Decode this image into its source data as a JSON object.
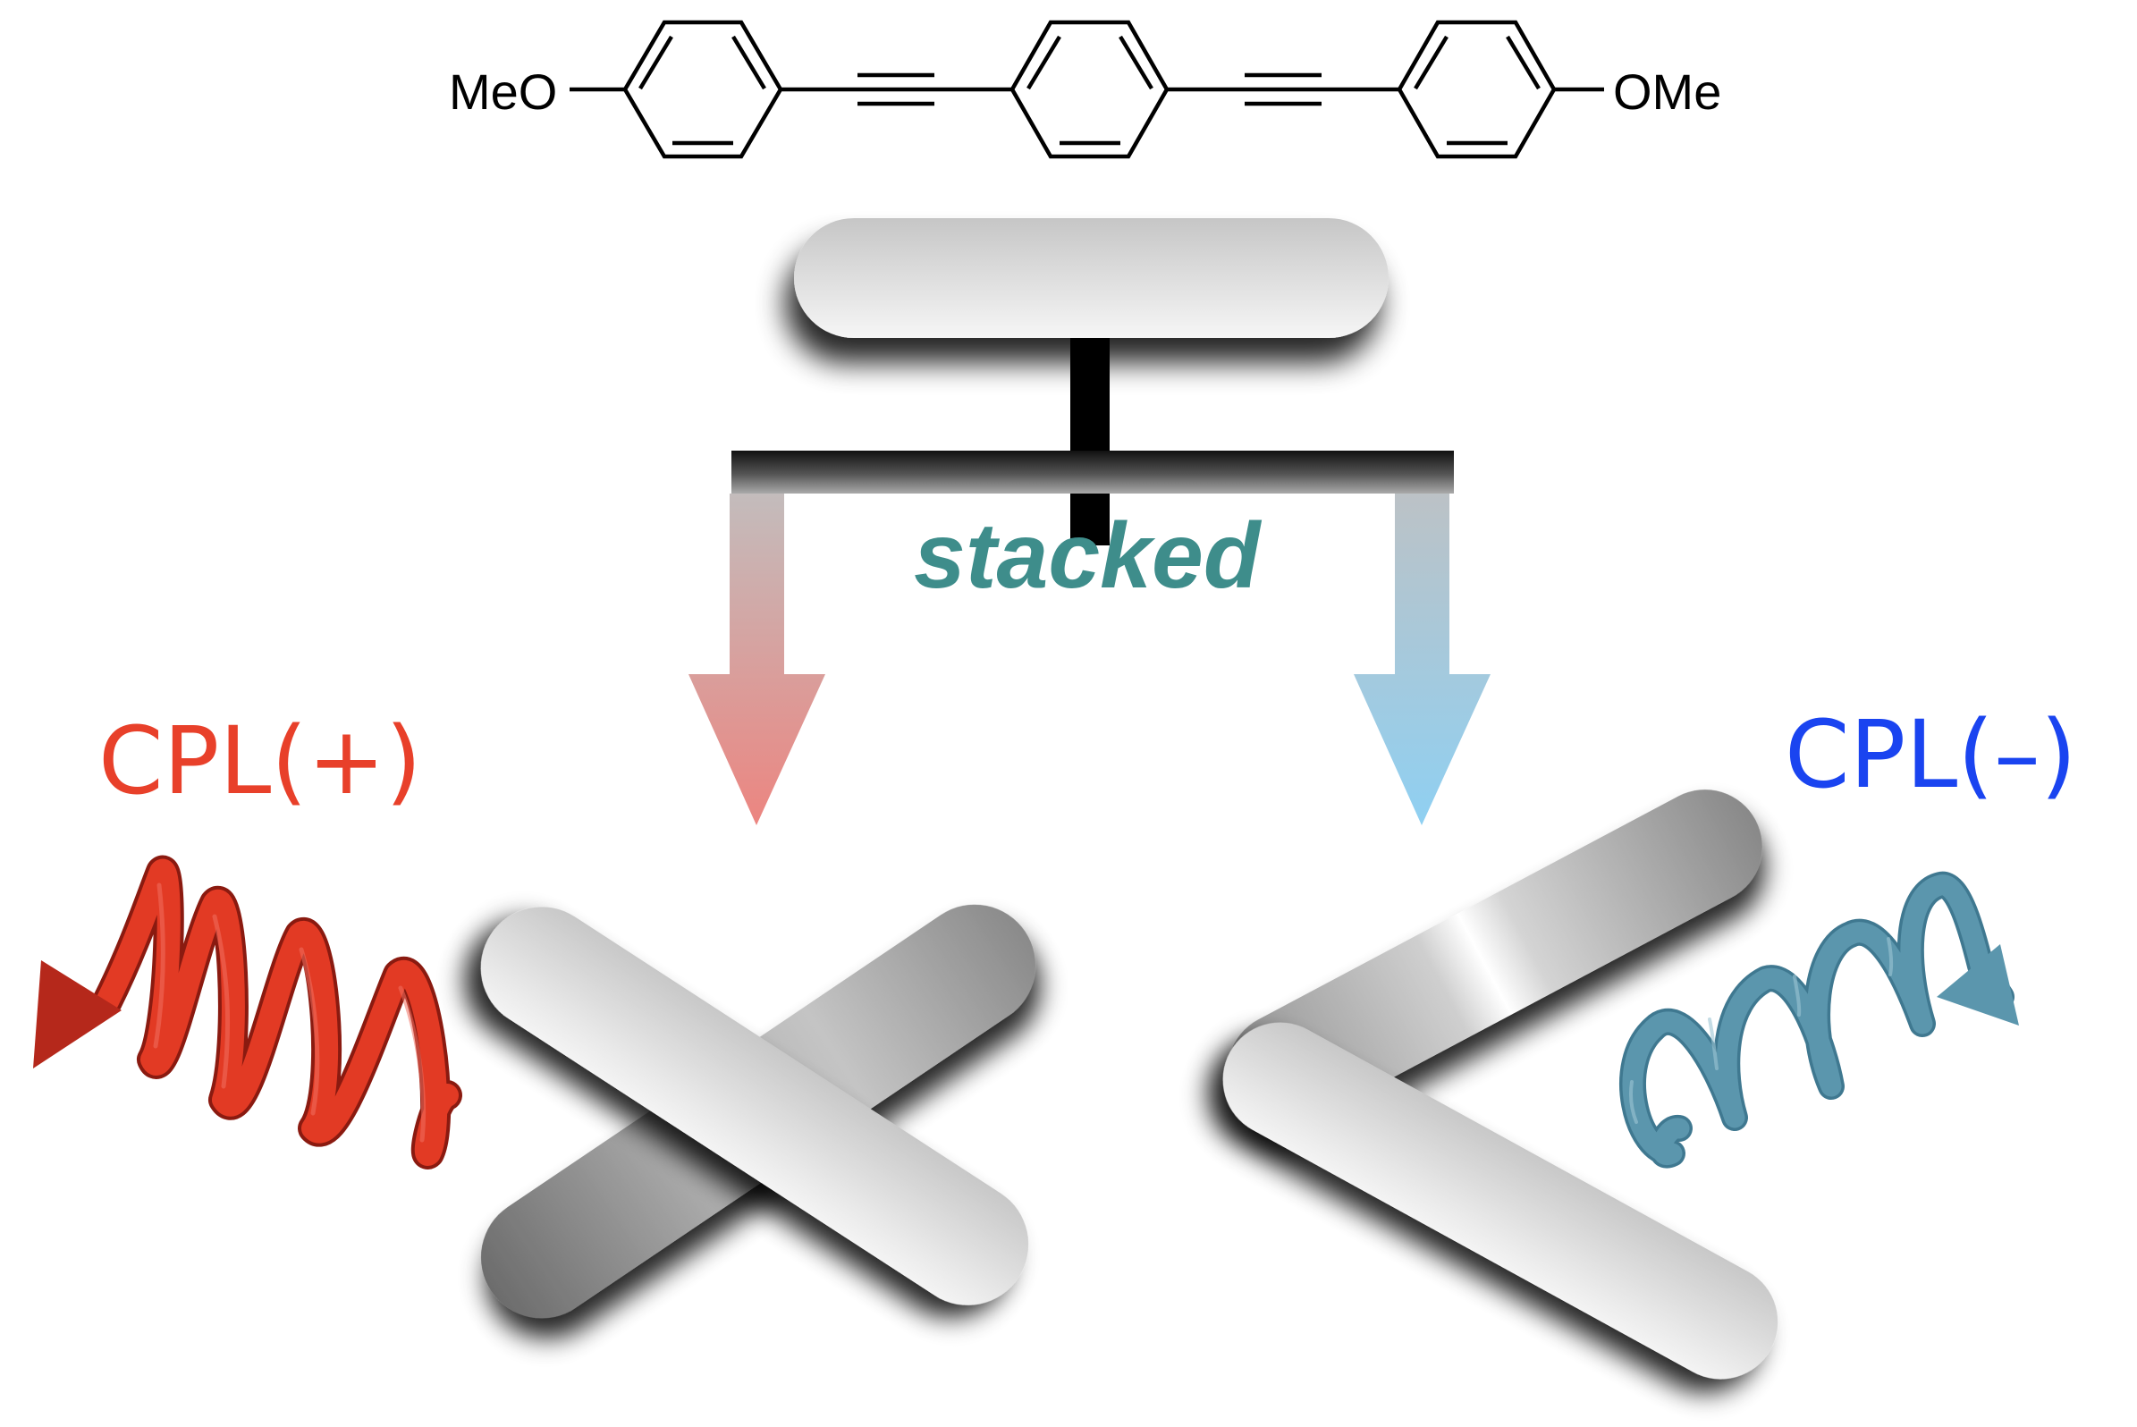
{
  "figure": {
    "molecule": {
      "left_substituent": "MeO",
      "right_substituent": "OMe",
      "description": "1,4-bis(4-methoxyphenylethynyl)benzene"
    },
    "connector_label": "stacked",
    "left_branch": {
      "label": "CPL(+)",
      "arrangement": "crossed",
      "spring_direction": "left",
      "arrow_color_top": "#c3bcbc",
      "arrow_color_bottom": "#ec8580"
    },
    "right_branch": {
      "label": "CPL(–)",
      "arrangement": "V-shaped",
      "spring_direction": "right",
      "arrow_color_top": "#bcc2c6",
      "arrow_color_bottom": "#8fd0f2"
    },
    "colors": {
      "cpl_plus": "#e8402a",
      "cpl_minus": "#1a44f0",
      "stacked": "#3e8d8b",
      "red_spring": "#e23a24",
      "red_spring_dark": "#8a1a10",
      "blue_spring": "#5b96ad",
      "blue_spring_dark": "#3f7890"
    }
  }
}
